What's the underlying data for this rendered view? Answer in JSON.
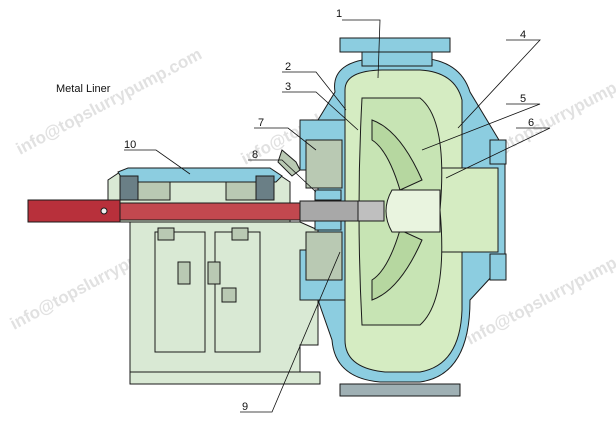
{
  "caption": "Metal Liner",
  "watermark": "info@topslurrypump.com",
  "colors": {
    "frame": "#d9e9d4",
    "liner": "#d5ecc2",
    "casing": "#8ccde0",
    "shaft": "#b8303b",
    "background": "#ffffff"
  },
  "part_labels": [
    {
      "id": "1",
      "text": "1"
    },
    {
      "id": "2",
      "text": "2"
    },
    {
      "id": "3",
      "text": "3"
    },
    {
      "id": "4",
      "text": "4"
    },
    {
      "id": "5",
      "text": "5"
    },
    {
      "id": "6",
      "text": "6"
    },
    {
      "id": "7",
      "text": "7"
    },
    {
      "id": "8",
      "text": "8"
    },
    {
      "id": "9",
      "text": "9"
    },
    {
      "id": "10",
      "text": "10"
    }
  ]
}
